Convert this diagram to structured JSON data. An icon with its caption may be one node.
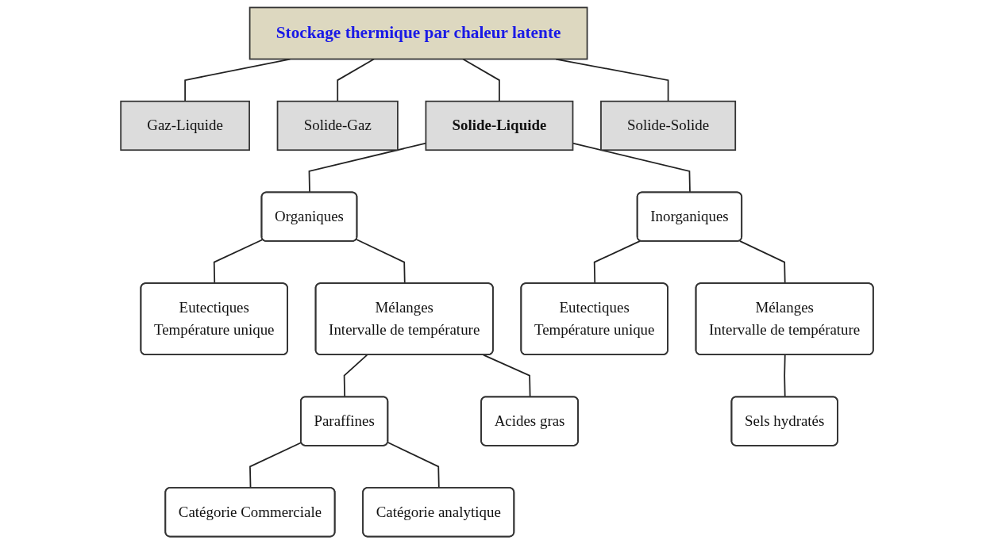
{
  "diagram": {
    "nodes": [
      {
        "text": [
          "Stockage thermique par chaleur latente"
        ]
      },
      {
        "text": [
          "Gaz-Liquide"
        ]
      },
      {
        "text": [
          "Solide-Gaz"
        ]
      },
      {
        "text": [
          "Solide-Liquide"
        ]
      },
      {
        "text": [
          "Solide-Solide"
        ]
      },
      {
        "text": [
          "Organiques"
        ]
      },
      {
        "text": [
          "Inorganiques"
        ]
      },
      {
        "text": [
          "Eutectiques",
          "Température unique"
        ]
      },
      {
        "text": [
          "Mélanges",
          "Intervalle de température"
        ]
      },
      {
        "text": [
          "Eutectiques",
          "Température unique"
        ]
      },
      {
        "text": [
          "Mélanges",
          "Intervalle de température"
        ]
      },
      {
        "text": [
          "Paraffines"
        ]
      },
      {
        "text": [
          "Acides gras"
        ]
      },
      {
        "text": [
          "Sels hydratés"
        ]
      },
      {
        "text": [
          "Catégorie Commerciale"
        ]
      },
      {
        "text": [
          "Catégorie analytique"
        ]
      }
    ],
    "edges": [
      {
        "from": 0,
        "to": 1,
        "arrow": "none"
      },
      {
        "from": 0,
        "to": 2,
        "arrow": "none"
      },
      {
        "from": 0,
        "to": 3,
        "arrow": "none"
      },
      {
        "from": 0,
        "to": 4,
        "arrow": "none"
      },
      {
        "from": 3,
        "to": 5,
        "arrow": "none"
      },
      {
        "from": 3,
        "to": 6,
        "arrow": "none"
      },
      {
        "from": 5,
        "to": 7,
        "arrow": "none"
      },
      {
        "from": 5,
        "to": 8,
        "arrow": "none"
      },
      {
        "from": 6,
        "to": 9,
        "arrow": "none"
      },
      {
        "from": 6,
        "to": 10,
        "arrow": "none"
      },
      {
        "from": 8,
        "to": 11,
        "arrow": "none"
      },
      {
        "from": 8,
        "to": 12,
        "arrow": "none"
      },
      {
        "from": 10,
        "to": 13,
        "arrow": "none"
      },
      {
        "from": 11,
        "to": 14,
        "arrow": "none"
      },
      {
        "from": 11,
        "to": 15,
        "arrow": "none"
      }
    ]
  }
}
